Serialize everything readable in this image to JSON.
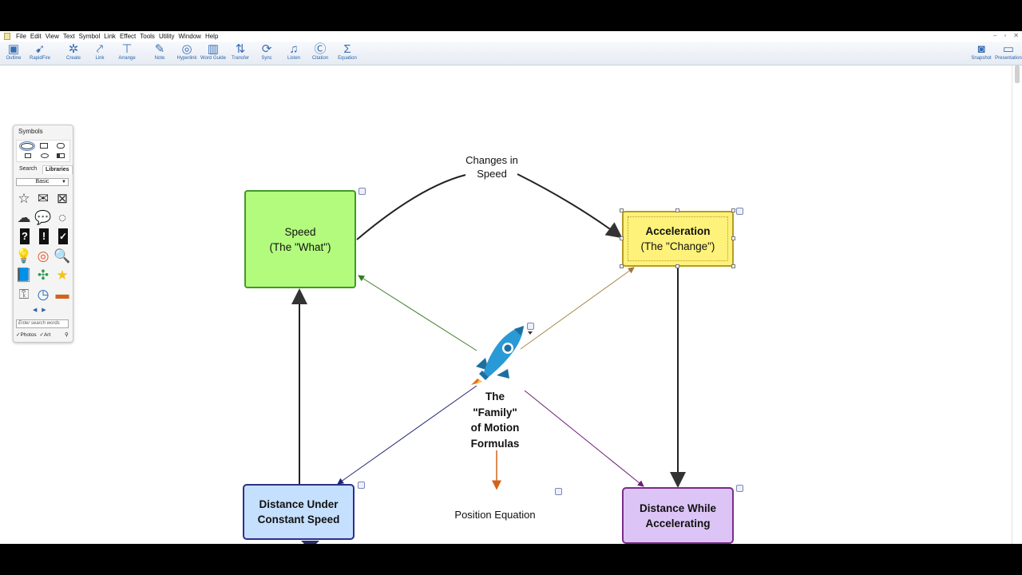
{
  "menubar": {
    "items": [
      "File",
      "Edit",
      "View",
      "Text",
      "Symbol",
      "Link",
      "Effect",
      "Tools",
      "Utility",
      "Window",
      "Help"
    ],
    "window_controls": [
      "–",
      "▫",
      "✕"
    ]
  },
  "toolbar": {
    "left": [
      {
        "label": "Outline",
        "icon": "outline-icon"
      },
      {
        "label": "RapidFire",
        "icon": "rapidfire-icon"
      },
      {
        "label": "Create",
        "icon": "create-icon"
      },
      {
        "label": "Link",
        "icon": "link-icon"
      },
      {
        "label": "Arrange",
        "icon": "arrange-icon"
      },
      {
        "label": "Note",
        "icon": "note-icon"
      },
      {
        "label": "Hyperlink",
        "icon": "hyperlink-icon"
      },
      {
        "label": "Word Guide",
        "icon": "word-guide-icon"
      },
      {
        "label": "Transfer",
        "icon": "transfer-icon"
      },
      {
        "label": "Sync",
        "icon": "sync-icon"
      },
      {
        "label": "Listen",
        "icon": "listen-icon"
      },
      {
        "label": "Citation",
        "icon": "citation-icon"
      },
      {
        "label": "Equation",
        "icon": "equation-icon"
      }
    ],
    "right": [
      {
        "label": "Snapshot",
        "icon": "camera-icon"
      },
      {
        "label": "Presentation",
        "icon": "presentation-icon"
      }
    ]
  },
  "palette": {
    "title": "Symbols",
    "tab_search": "Search",
    "tab_libraries": "Libraries",
    "library": "Basic",
    "search_placeholder": "Enter search words",
    "photos_label": "✓Photos",
    "art_label": "✓Art",
    "icons": [
      "star-icon",
      "envelope-icon",
      "error-icon",
      "cloud-icon",
      "speech-bubble-icon",
      "thought-bubble-icon",
      "question-icon",
      "exclamation-icon",
      "check-icon",
      "lightbulb-icon",
      "lifebuoy-icon",
      "magnifier-icon",
      "book-icon",
      "puzzle-icon",
      "gold-star-icon",
      "key-icon",
      "clock-icon",
      "laptop-icon"
    ]
  },
  "diagram": {
    "speed": {
      "line1": "Speed",
      "line2": "(The \"What\")"
    },
    "acceleration": {
      "line1": "Acceleration",
      "line2": "(The \"Change\")"
    },
    "distance_constant": {
      "line1": "Distance Under",
      "line2": "Constant Speed"
    },
    "distance_accel": {
      "line1": "Distance While",
      "line2": "Accelerating"
    },
    "center": {
      "line1": "The",
      "line2": "\"Family\"",
      "line3": "of Motion",
      "line4": "Formulas"
    },
    "link_changes": {
      "line1": "Changes in",
      "line2": "Speed"
    },
    "position_equation": "Position Equation"
  },
  "colors": {
    "speed_fill": "#b3fb7d",
    "speed_border": "#3f9a27",
    "accel_fill": "#fef27a",
    "accel_border": "#b79a25",
    "dist_const_fill": "#c5e0ff",
    "dist_const_border": "#2c2f8a",
    "dist_accel_fill": "#dcc4f6",
    "dist_accel_border": "#7a2d88",
    "rocket": "#2a9ad6",
    "toolbar_text": "#2c64a8"
  }
}
